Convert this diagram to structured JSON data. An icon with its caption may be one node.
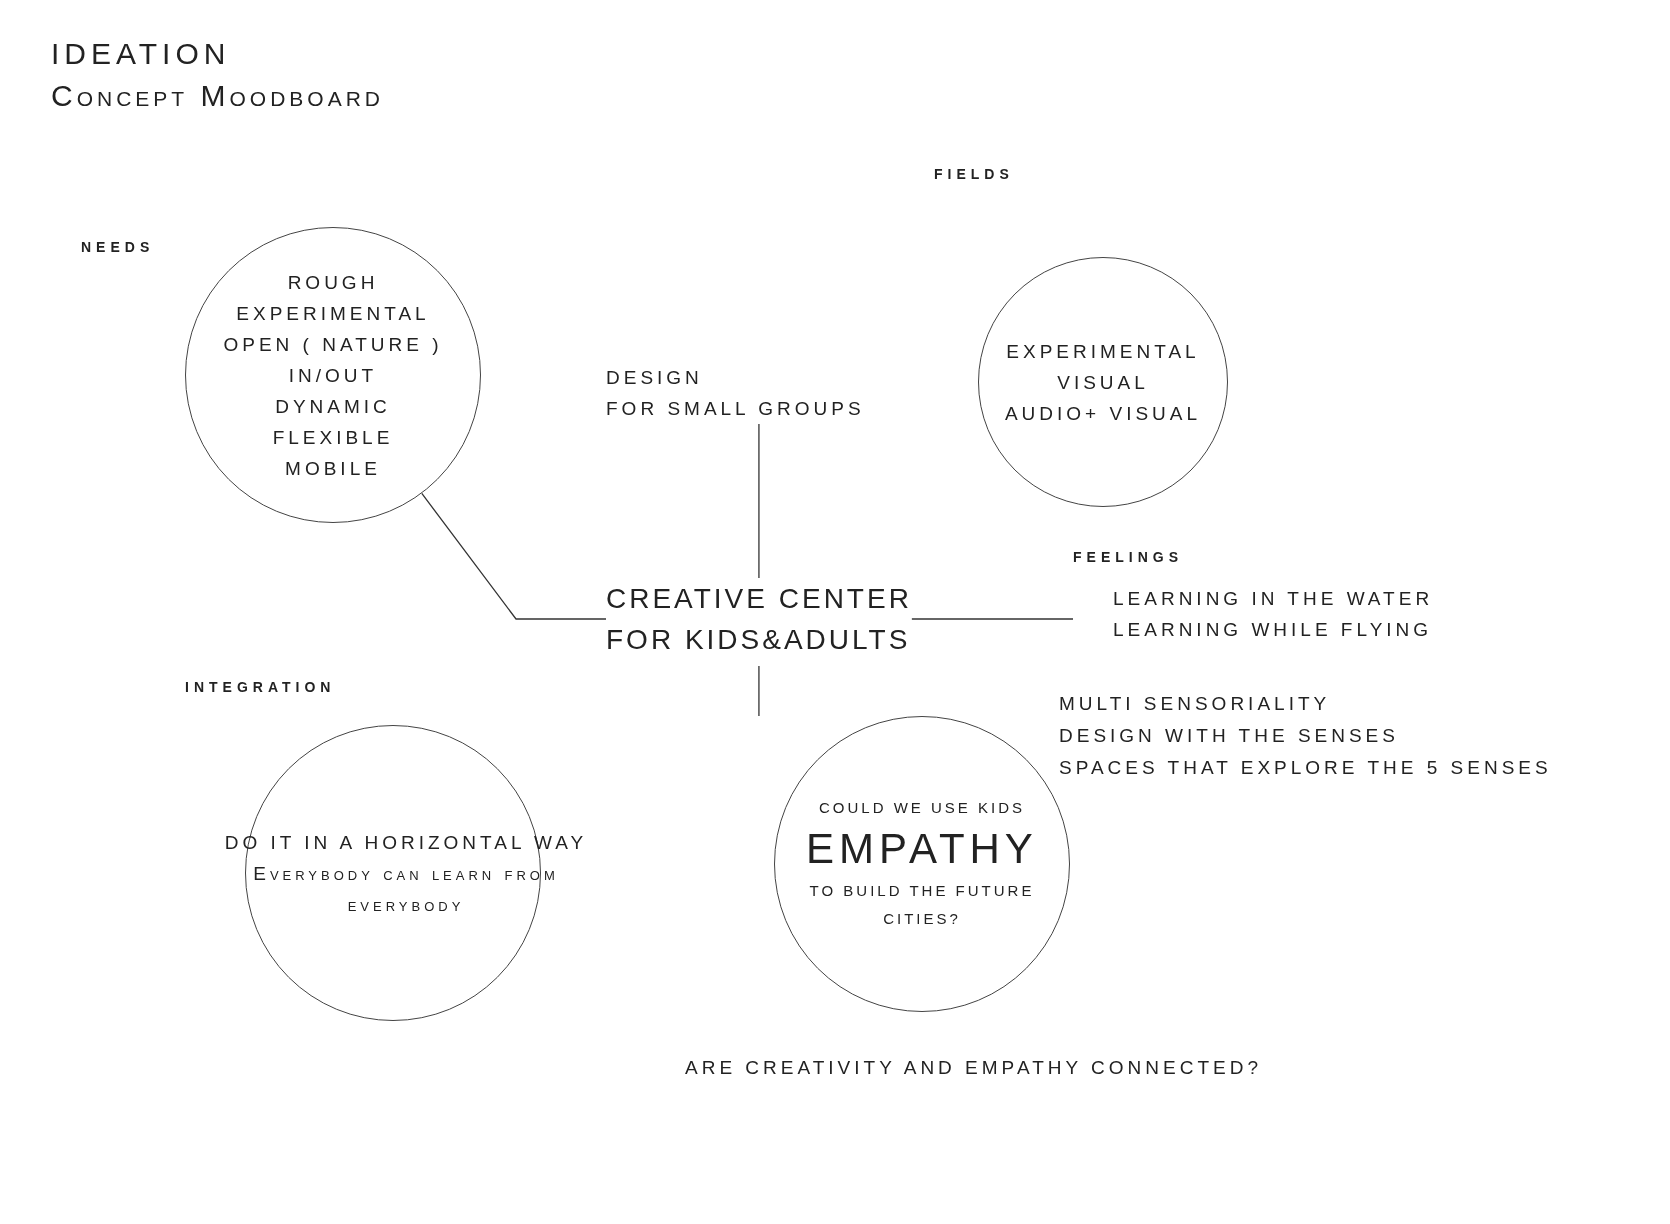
{
  "diagram": {
    "title": "IDEATION",
    "nodes": [
      {
        "text": [
          "ROUGH",
          "EXPERIMENTAL",
          "OPEN ( NATURE )",
          "IN/OUT",
          "DYNAMIC",
          "FLEXIBLE",
          "MOBILE"
        ]
      },
      {
        "text": [
          "EXPERIMENTAL",
          "VISUAL",
          "AUDIO+ VISUAL"
        ]
      },
      {
        "text": [
          "DESIGN",
          "FOR SMALL GROUPS"
        ]
      },
      {
        "text": [
          "CREATIVE CENTER",
          "FOR KIDS&ADULTS"
        ]
      },
      {
        "text": [
          "FEELINGS",
          "LEARNING IN THE WATER",
          "LEARNING WHILE FLYING"
        ]
      },
      {
        "text": [
          "COULD WE USE KIDS",
          "EMPATHY",
          "TO BUILD THE FUTURE CITIES?"
        ]
      },
      {
        "text": [
          "DO IT IN A HORIZONTAL WAY",
          "Everybody can learn from everybody"
        ]
      }
    ],
    "edges": [
      {
        "from": 3,
        "to": 0,
        "arrow": "none"
      },
      {
        "from": 3,
        "to": 2,
        "arrow": "none"
      },
      {
        "from": 3,
        "to": 4,
        "arrow": "none"
      },
      {
        "from": 3,
        "to": 5,
        "arrow": "none"
      }
    ],
    "labels": [
      "Concept Moodboard",
      "FIELDS",
      "NEEDS",
      "INTEGRATION",
      "MULTI SENSORIALITY",
      "DESIGN WITH THE SENSES",
      "SPACES THAT EXPLORE THE 5 SENSES",
      "ARE CREATIVITY AND EMPATHY CONNECTED?"
    ]
  }
}
